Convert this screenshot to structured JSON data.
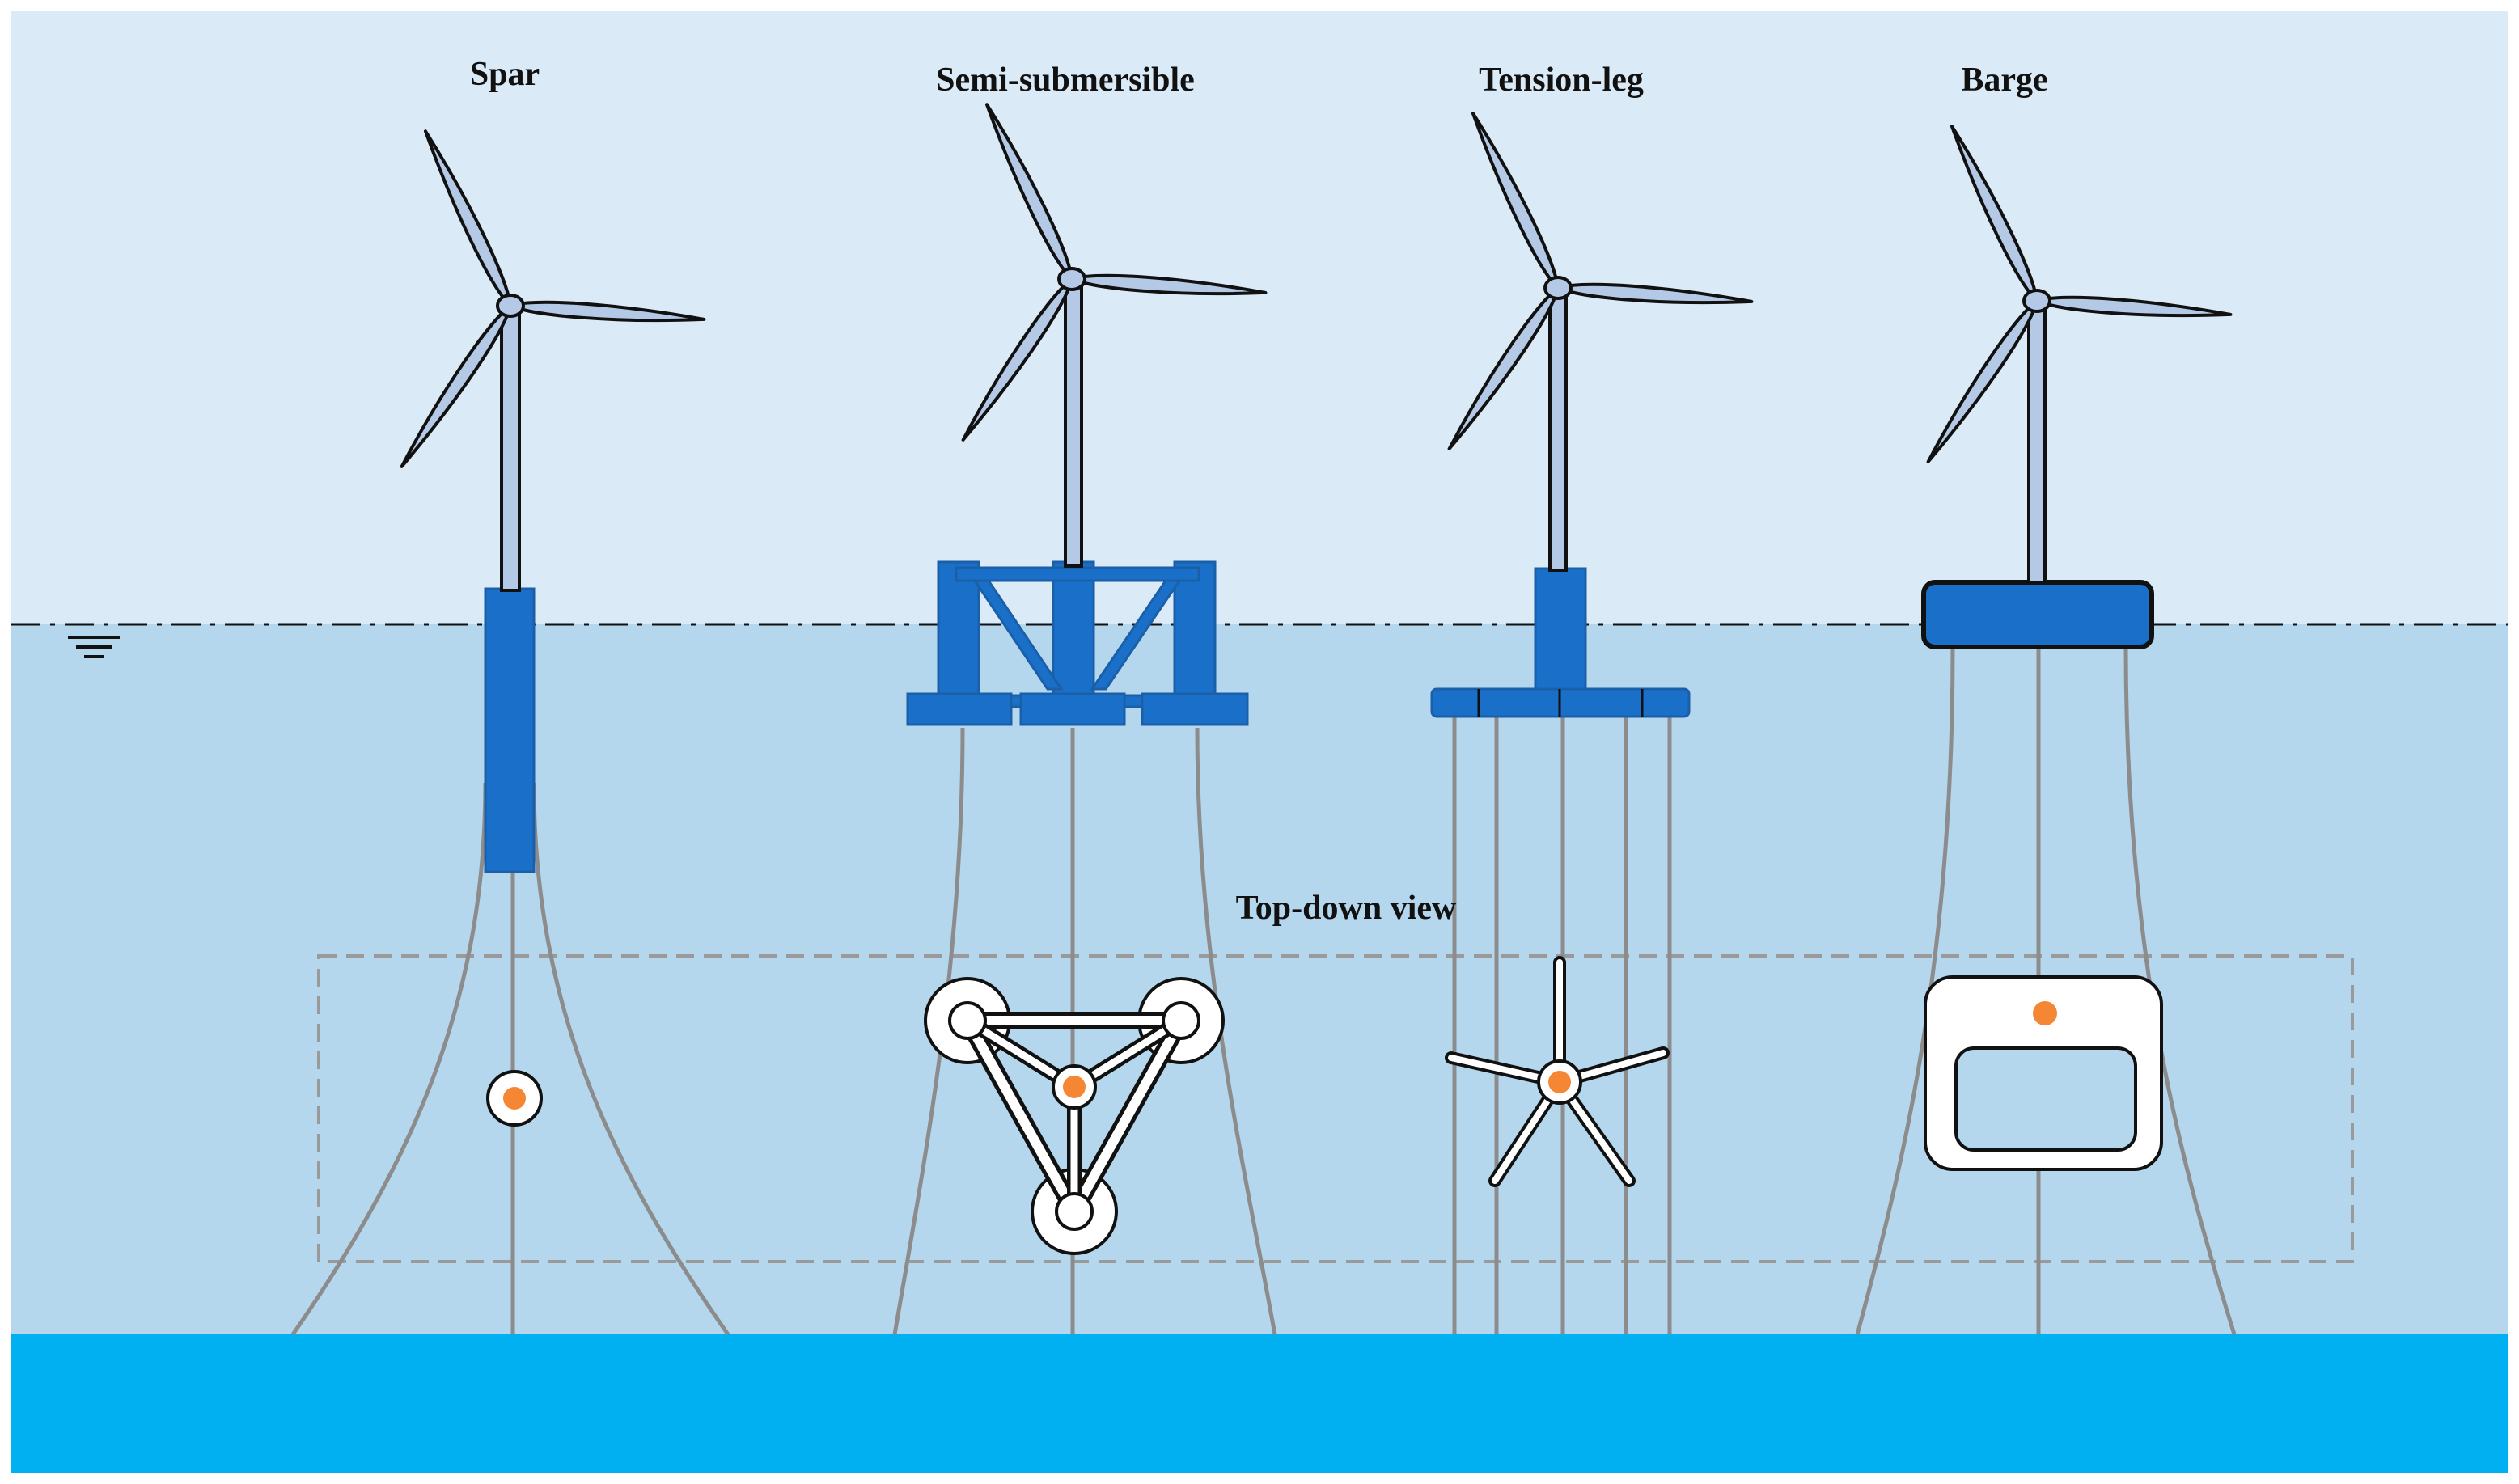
{
  "diagram": {
    "labels": {
      "spar": "Spar",
      "semi": "Semi-submersible",
      "tension": "Tension-leg",
      "barge": "Barge",
      "topdown": "Top-down view"
    },
    "colors": {
      "sky": "#dbeaf7",
      "water": "#b4d7ee",
      "seabed": "#00b0f0",
      "platform": "#1a70c8",
      "blade": "#b4c9e6",
      "mooring": "#8c8c8c",
      "center_marker": "#f58634"
    },
    "icons": [
      "wind-turbine-icon",
      "water-level-icon"
    ]
  }
}
